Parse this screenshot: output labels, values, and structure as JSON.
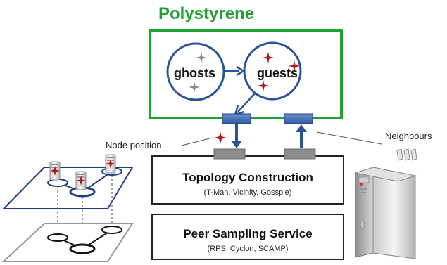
{
  "title": "Polystyrene",
  "bubbles": {
    "ghosts": "ghosts",
    "guests": "guests"
  },
  "labels": {
    "node_position": "Node position",
    "neighbours": "Neighbours"
  },
  "layers": {
    "topology_construction": {
      "title": "Topology Construction",
      "subtitle": "(T-Man, Vicinity, Gossple)"
    },
    "peer_sampling": {
      "title": "Peer Sampling Service",
      "subtitle": "(RPS, Cyclon, SCAMP)"
    }
  },
  "colors": {
    "polystyrene_green": "#21a132",
    "arrow_blue": "#2a5497",
    "port_blue": "#4a78bf",
    "port_gray": "#8c8c8c",
    "star_red": "#b0191b",
    "star_gray": "#8a8a8a",
    "plane_blue": "#1d3e84",
    "plane_gray": "#999999"
  },
  "icons": [
    "server-tower-icon",
    "server-node-icon",
    "document-stack-icon",
    "star-icon"
  ]
}
